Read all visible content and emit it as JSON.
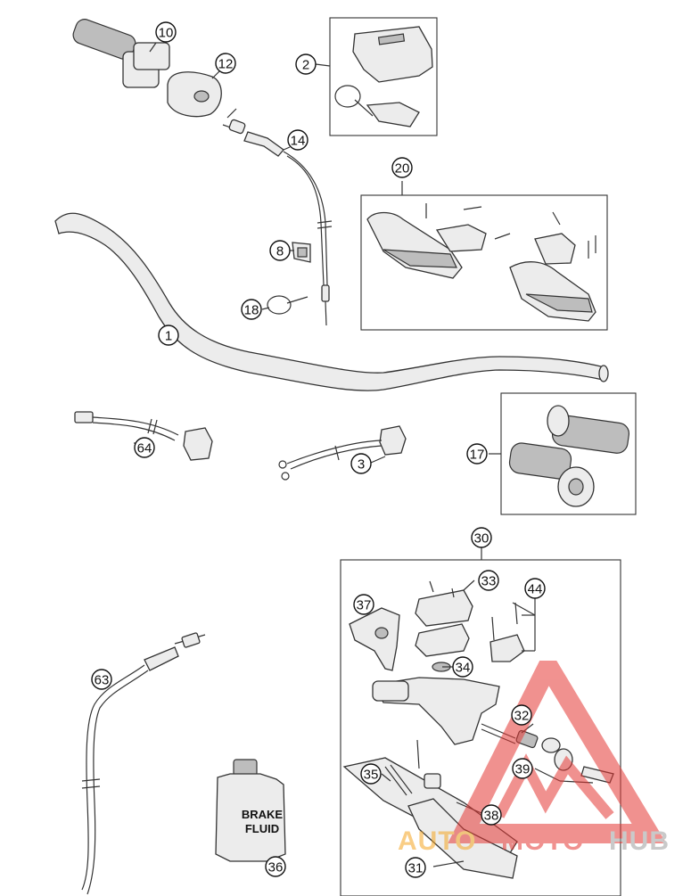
{
  "callouts": [
    {
      "num": "10"
    },
    {
      "num": "12"
    },
    {
      "num": "2"
    },
    {
      "num": "14"
    },
    {
      "num": "20"
    },
    {
      "num": "8"
    },
    {
      "num": "18"
    },
    {
      "num": "1"
    },
    {
      "num": "64"
    },
    {
      "num": "3"
    },
    {
      "num": "17"
    },
    {
      "num": "30"
    },
    {
      "num": "33"
    },
    {
      "num": "44"
    },
    {
      "num": "37"
    },
    {
      "num": "34"
    },
    {
      "num": "63"
    },
    {
      "num": "32"
    },
    {
      "num": "35"
    },
    {
      "num": "39"
    },
    {
      "num": "38"
    },
    {
      "num": "36"
    },
    {
      "num": "31"
    }
  ],
  "bottle": {
    "line1": "BRAKE",
    "line2": "FLUID"
  },
  "watermark": {
    "part1": "AUTO",
    "part2": "MOTO",
    "part3": "HUB"
  },
  "colors": {
    "watermark_triangle": "#e53935",
    "watermark_orange": "#f5a623",
    "watermark_gray": "#9e9e9e"
  }
}
